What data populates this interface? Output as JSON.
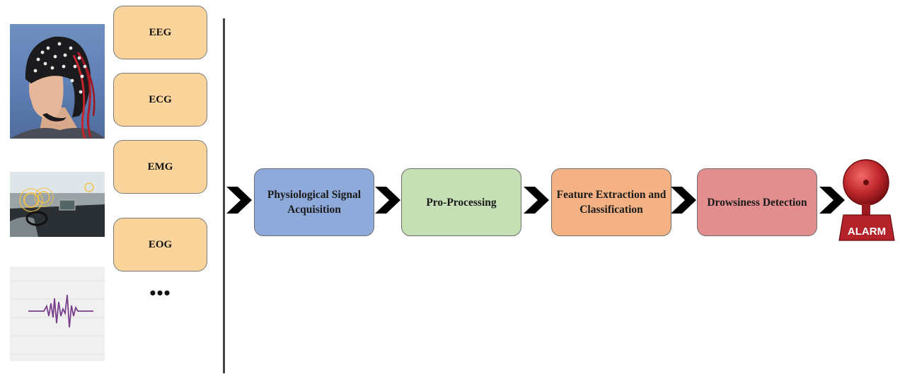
{
  "signals": [
    "EEG",
    "ECG",
    "EMG",
    "EOG"
  ],
  "ellipsis": "•••",
  "stages": [
    "Physiological Signal Acquisition",
    "Pro-Processing",
    "Feature Extraction and Classification",
    "Drowsiness Detection"
  ],
  "alarm_label": "ALARM",
  "colors": {
    "signal_box": "#fbd49b",
    "acquisition": "#8eaadb",
    "preprocessing": "#c5e0b4",
    "feature": "#f4b183",
    "drowsiness": "#e28e8e",
    "alarm": "#c0282c"
  }
}
